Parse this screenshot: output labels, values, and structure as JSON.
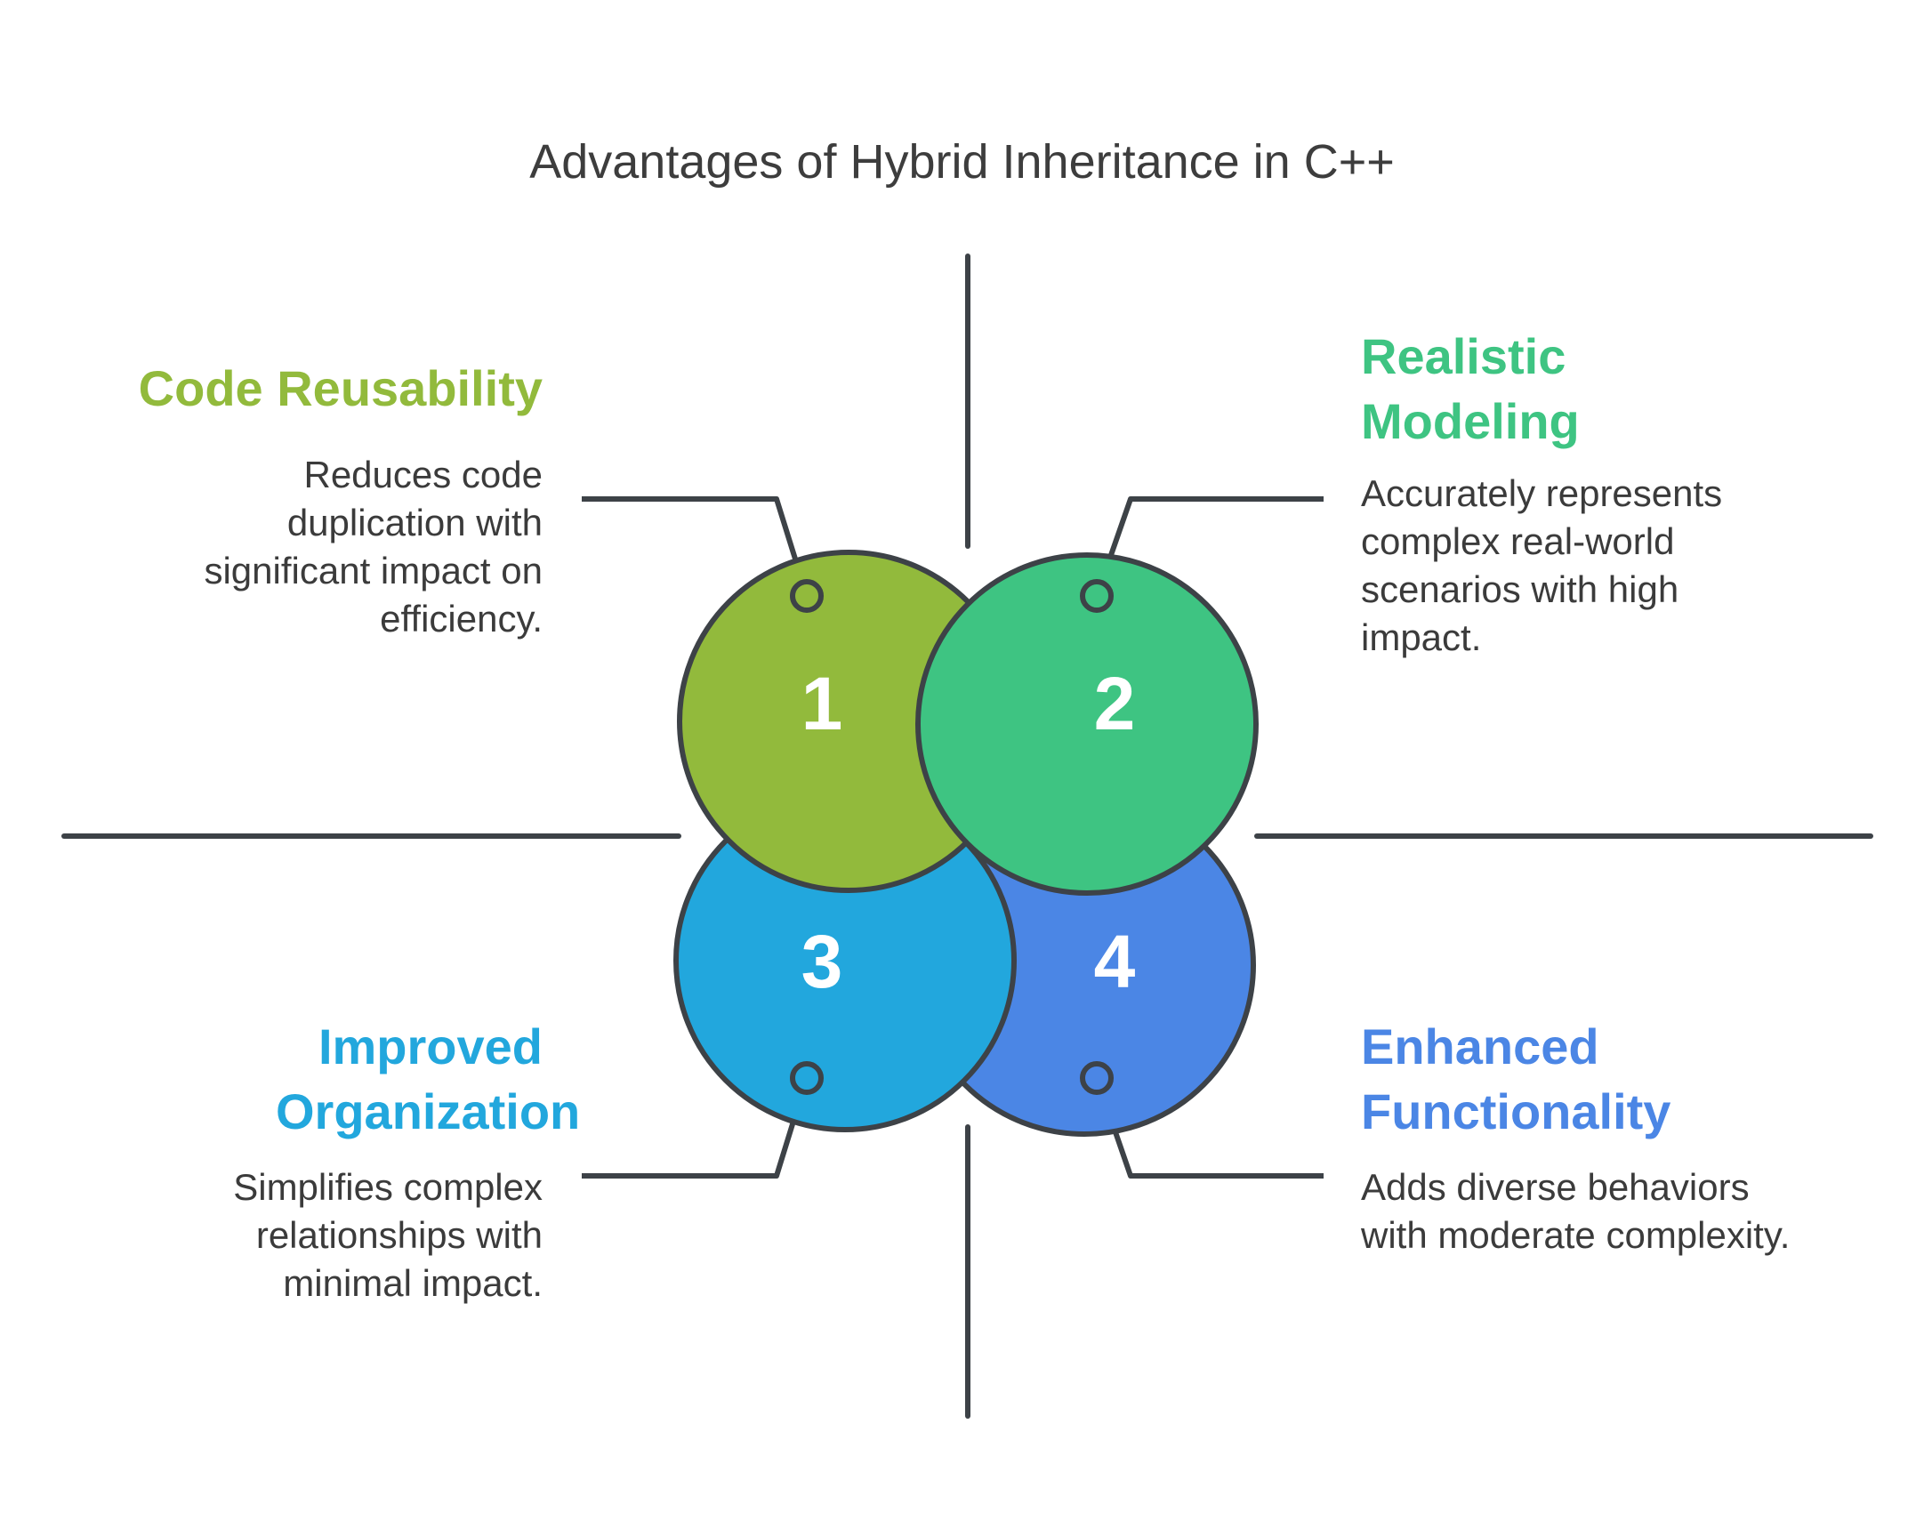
{
  "title": "Advantages of Hybrid Inheritance in C++",
  "colors": {
    "outline": "#3d4247",
    "item_1": "#92ba3c",
    "item_2": "#3ec482",
    "item_3": "#22a7dd",
    "item_4": "#4b86e5",
    "number_text": "#ffffff"
  },
  "items": [
    {
      "number": "1",
      "heading": "Code Reusability",
      "description": "Reduces code duplication with significant impact on efficiency."
    },
    {
      "number": "2",
      "heading": "Realistic Modeling",
      "description": "Accurately represents complex real-world scenarios with high impact."
    },
    {
      "number": "3",
      "heading": "Improved Organization",
      "description": "Simplifies complex relationships with minimal impact."
    },
    {
      "number": "4",
      "heading": "Enhanced Functionality",
      "description": "Adds diverse behaviors with moderate complexity."
    }
  ]
}
